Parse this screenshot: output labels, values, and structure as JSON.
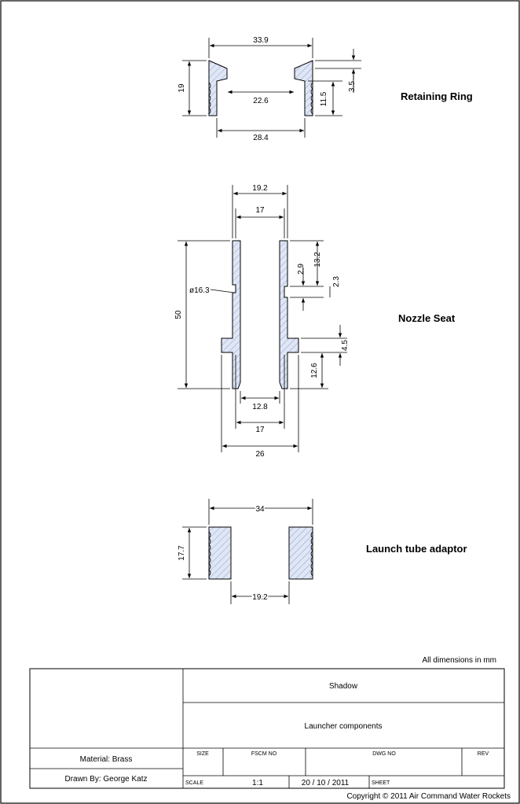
{
  "retaining_ring": {
    "label": "Retaining Ring",
    "dims": {
      "outer_width": "33.9",
      "inner_width": "22.6",
      "base_width": "28.4",
      "height": "19",
      "step_height": "11.5",
      "lip": "3.5"
    }
  },
  "nozzle_seat": {
    "label": "Nozzle Seat",
    "dims": {
      "top_outer": "19.2",
      "top_inner": "17",
      "length": "50",
      "groove_dia": "ø16.3",
      "top_to_groove": "13.2",
      "groove_offset": "2.9",
      "groove_width": "2.3",
      "flange_thickness": "4.5",
      "lower_length": "12.6",
      "bore": "12.8",
      "lower_outer": "17",
      "flange_dia": "26"
    }
  },
  "launch_tube_adaptor": {
    "label": "Launch tube adaptor",
    "dims": {
      "outer": "34",
      "height": "17.7",
      "inner": "19.2"
    }
  },
  "units_note": "All dimensions in mm",
  "title_block": {
    "project": "Shadow",
    "title": "Launcher components",
    "material": "Material: Brass",
    "drawn_by": "Drawn By: George Katz",
    "size_label": "SIZE",
    "fscm_label": "FSCM NO",
    "dwg_label": "DWG NO",
    "rev_label": "REV",
    "scale_label": "SCALE",
    "scale_value": "1:1",
    "date": "20 / 10 / 2011",
    "sheet_label": "SHEET"
  },
  "copyright": "Copyright © 2011 Air Command Water Rockets"
}
